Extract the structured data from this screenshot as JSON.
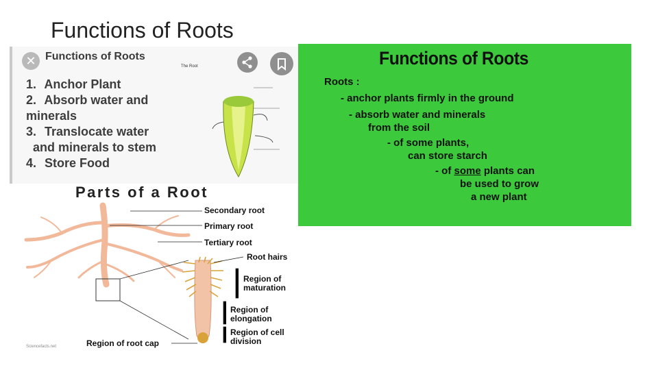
{
  "slide": {
    "title": "Functions of Roots"
  },
  "card": {
    "heading": "Functions of Roots",
    "diagram_label": "The Root",
    "items": [
      {
        "num": "1.",
        "text": "Anchor Plant"
      },
      {
        "num": "2.",
        "text": "Absorb water and",
        "cont": "minerals"
      },
      {
        "num": "3.",
        "text": "Translocate water",
        "cont": "and minerals to stem"
      },
      {
        "num": "4.",
        "text": "Store Food"
      }
    ],
    "close_icon": "close-icon",
    "share_icon": "share-icon",
    "bookmark_icon": "bookmark-icon"
  },
  "parts": {
    "title": "Parts of a Root",
    "labels": {
      "secondary_root": "Secondary root",
      "primary_root": "Primary root",
      "tertiary_root": "Tertiary root",
      "root_hairs": "Root hairs",
      "maturation_1": "Region of",
      "maturation_2": "maturation",
      "elongation_1": "Region of",
      "elongation_2": "elongation",
      "cell_division_1": "Region of cell",
      "cell_division_2": "division",
      "root_cap": "Region of root cap"
    },
    "logo": "Sciencefacts.net"
  },
  "green_panel": {
    "title": "Functions of Roots",
    "roots_label": "Roots :",
    "line1": "- anchor plants firmly in the ground",
    "line2": "- absorb water and minerals",
    "line3": "from the soil",
    "line4": "- of some plants,",
    "line5": "can store starch",
    "line6_pre": "- of ",
    "line6_u": "some",
    "line6_post": " plants can",
    "line7": "be used to grow",
    "line8": "a new plant",
    "color": "#3cc93c"
  }
}
